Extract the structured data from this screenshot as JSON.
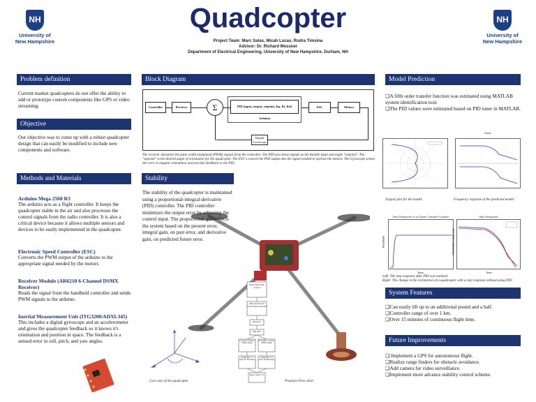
{
  "header": {
    "title": "Quadcopter",
    "team": "Project Team: Marc Salas, Micah Lucas, Rudra Timsina",
    "advisor": "Advisor: Dr. Richard Messner",
    "department": "Department of Electrical Engineering, University of New Hampshire, Durham, NH",
    "logo_left": {
      "mark": "NH",
      "line1": "University of",
      "line2": "New Hampshire"
    },
    "logo_right": {
      "mark": "NH",
      "line1": "University of",
      "line2": "New Hampshire"
    }
  },
  "problem": {
    "heading": "Problem definition",
    "text": "Current market quadcopters do not offer the ability to add or prototype custom components like GPS or video streaming."
  },
  "objective": {
    "heading": "Objective",
    "text": "Our objective was to come up with a robust quadcopter design that can easily be modified to include new components and software."
  },
  "methods": {
    "heading": "Methods and Materials",
    "items": [
      {
        "title": "Arduino Mega 2560 R3",
        "text": "The arduino acts as a flight controller. It keeps the quadcopter stable in the air and also processes the control signals from the radio controller. It is also a critical device because it allows multiple sensors and devices to be easily implemented in the quadcopter."
      },
      {
        "title": "Electronic Speed Controller (ESC)",
        "text": "Converts the PWM output of the arduino to the appropriate signal needed by the motors"
      },
      {
        "title": "Receiver Module (AR6210 6-Channel DSMX Receiver)",
        "text": "Reads the signal from  the handheld controller and sends PWM signals to the arduino."
      },
      {
        "title": "Inertial Measurement Unit (ITG3200/ADXL345)",
        "text": "This includes a digital gyroscope and an accelerometer and gives the quadcopter feedback so it knows it's orientation and position in space. The feedback is a sensed error in roll, pitch, and yaw angles."
      }
    ]
  },
  "block_diagram": {
    "heading": "Block Diagram",
    "blocks": {
      "controller": "Controller",
      "receiver": "Receiver",
      "sum": "Σ",
      "pid": "PID (input, output, setpoint, Kp, Ki, Kd)",
      "arduino": "Arduino",
      "esc": "ESC",
      "motors": "Motors",
      "gyro": "Digital Gyroscope"
    },
    "caption": "The receiver interprets the pulse width modulated (PWM) signals from the controller. The PID uses these signals as the throttle input and angle \"setpoint\". The \"setpoint\" is the desired angle of orientation for the quadcopter. The ESC's convert the PID output into the signal needed to operate the motors. The Gyroscope senses the error in angular orientation and provides feedback to the PID."
  },
  "stability": {
    "heading": "Stability",
    "text": "The  stability of the quadcopter is maintained using a  proportional-integral-derivative (PID) controller.  The  PID controller minimizes the output error by adjusting the control input. The  proportional gain affects the system based on the present error, integral gain, on past  error, and derivative gain, on predicted future error.",
    "gyro_caption": "Gyro axis of the quadcopter",
    "flowchart_caption": "Program Flow chart",
    "flow_steps": [
      "Read values from receiver",
      "Make throttle and pitch/roll/yaw setpoint",
      "Read gyro",
      "PID OUT",
      "If roll Out > 0 motor FR/RL change",
      "If roll OUT < 0 motor FR/RL change",
      "If pitch OUT > 0 motor FL/FR change",
      "If pitch OUT < 0 motor FL/FR change",
      "Reset values to 0"
    ]
  },
  "model_prediction": {
    "heading": "Model Prediction",
    "bullets": [
      "A fifth order transfer function was estimated using MATLAB system identification tool.",
      "The PID values were estimated based on PID tuner in MATLAB."
    ],
    "plot1_caption": "Nyquist plot  for the model.",
    "plot2_caption": "Frequency response of the predicted model.",
    "plot2_title": "Bode",
    "plot3_title": "Step Response of a Closed Transfer Function",
    "plot3_xlabel": "Time",
    "plot3_ylabel": "Amplitude",
    "plot4_title": "Step Response",
    "plot4_xlabel": "Time",
    "plot4_ylabel": "Orientation (degrees)",
    "step_caption_left": "Left: The step response after PID was realized.",
    "step_caption_right": "Right: The change in the orientation of a quadcopter with a step response without using PID."
  },
  "system_features": {
    "heading": "System Features",
    "bullets": [
      "Can easily lift up to an additional pound and a half.",
      "Controller range of over 1 km.",
      "Over 15 minutes of  continuous flight time."
    ]
  },
  "future": {
    "heading": "Future  Improvements",
    "bullets": [
      " Implement a GPS for autonomous flight.",
      "Realize range finders for obstacle avoidance.",
      "Add camera for video surveillance.",
      "Implement more advance stability control scheme."
    ]
  },
  "colors": {
    "navy": "#1d3470",
    "title": "#1a2a6c",
    "plot_blue": "#1f3fbf",
    "plot_red": "#c8232c"
  }
}
